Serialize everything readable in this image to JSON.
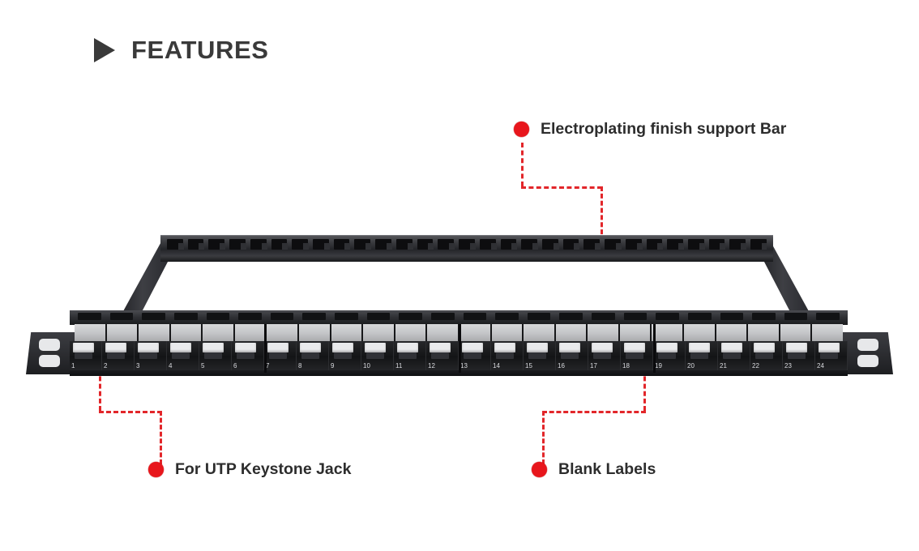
{
  "header": {
    "title": "FEATURES",
    "triangle_icon": "play-triangle-icon",
    "color": "#3a3a3a"
  },
  "accent_color": "#e8161c",
  "background_color": "#ffffff",
  "callouts": [
    {
      "id": "support-bar",
      "label": "Electroplating finish support Bar",
      "bullet": "red-dot",
      "position": "top-right"
    },
    {
      "id": "keystone-jack",
      "label": "For UTP Keystone Jack",
      "bullet": "red-dot",
      "position": "bottom-left"
    },
    {
      "id": "blank-labels",
      "label": "Blank Labels",
      "bullet": "red-dot",
      "position": "bottom-center"
    }
  ],
  "product": {
    "name": "24-port blank keystone patch panel",
    "port_count": 24,
    "ports": [
      "1",
      "2",
      "3",
      "4",
      "5",
      "6",
      "7",
      "8",
      "9",
      "10",
      "11",
      "12",
      "13",
      "14",
      "15",
      "16",
      "17",
      "18",
      "19",
      "20",
      "21",
      "22",
      "23",
      "24"
    ],
    "label_strip_count": 24,
    "mounting_ears": 2,
    "mounting_holes_per_ear": 2,
    "support_bar": "Electroplating finish support Bar",
    "body_color": "#1b1c1f",
    "label_color": "#c3c4c7"
  }
}
